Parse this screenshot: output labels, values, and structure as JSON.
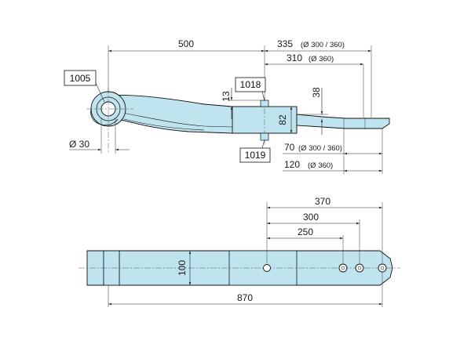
{
  "colors": {
    "part_fill": "#bfe4f0",
    "outline": "#111111",
    "dimension": "#222222"
  },
  "side_view": {
    "dim_eye_to_center": "500",
    "dim_total_right": "335",
    "dim_total_right_note": "(Ø 300 / 360)",
    "dim_310": "310",
    "dim_310_note": "(Ø 360)",
    "dim_13": "13",
    "dim_38": "38",
    "dim_82": "82",
    "dim_eye_dia": "Ø 30",
    "dim_70": "70",
    "dim_70_note": "(Ø 300 / 360)",
    "dim_120": "120",
    "dim_120_note": "(Ø 360)",
    "labels": {
      "eye_part": "1005",
      "top_part": "1018",
      "bottom_part": "1019"
    }
  },
  "top_view": {
    "dim_370": "370",
    "dim_300": "300",
    "dim_250": "250",
    "dim_width": "100",
    "dim_length": "870"
  }
}
